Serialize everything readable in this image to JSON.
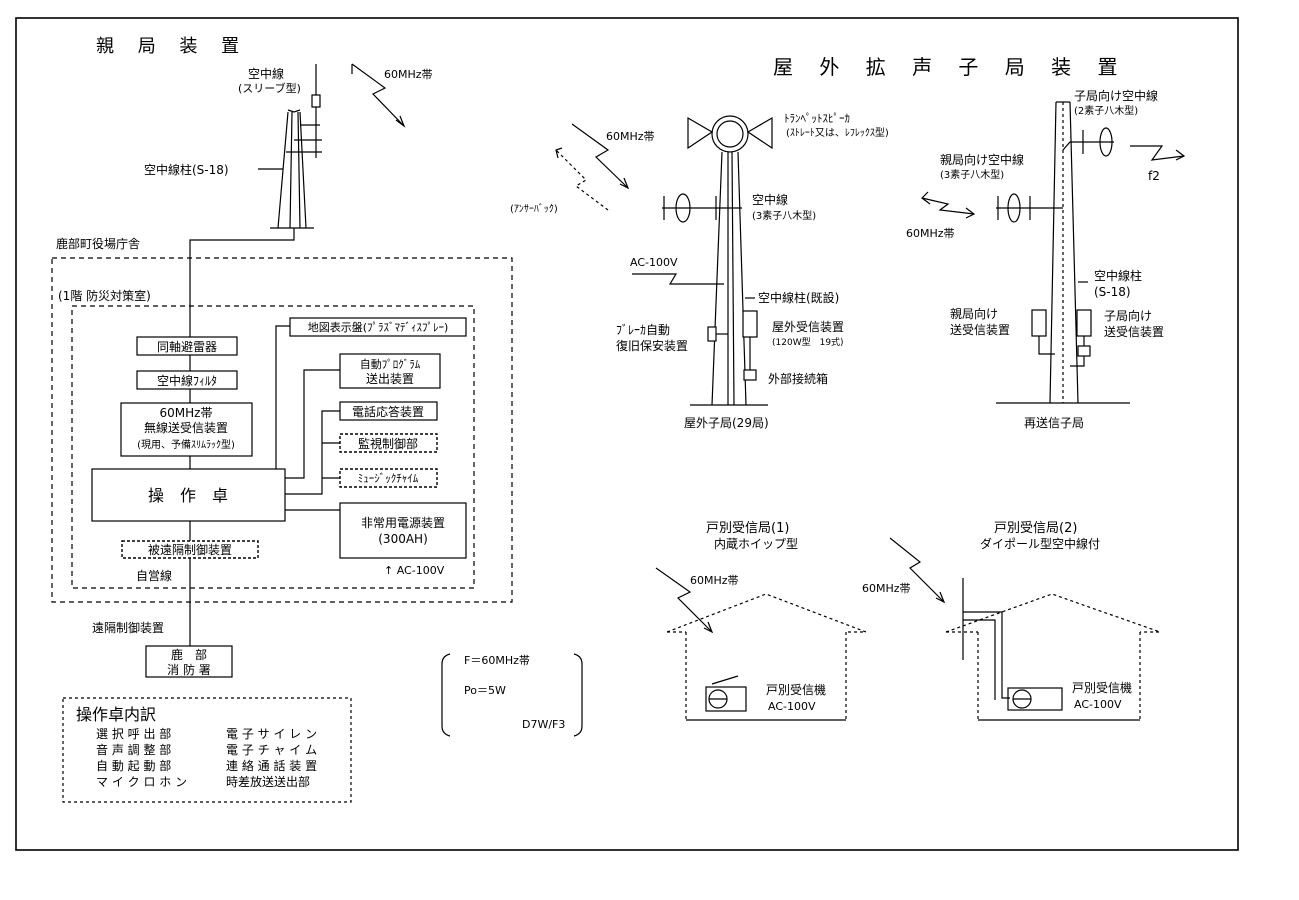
{
  "parent": {
    "title": "親 局 装 置",
    "antenna_label": "空中線",
    "antenna_type": "(スリーブ型)",
    "band": "60MHz帯",
    "mast_label": "空中線柱(S-18)",
    "building": "鹿部町役場庁舎",
    "room": "(1階 防災対策室)",
    "boxes": {
      "arrester": "同軸避雷器",
      "filter": "空中線ﾌｨﾙﾀ",
      "radio_line1": "60MHz帯",
      "radio_line2": "無線送受信装置",
      "radio_line3": "(現用、予備ｽﾘﾑﾗｯｸ型)",
      "console": "操　作　卓",
      "remote_control": "被遠隔制御装置",
      "map_display": "地図表示盤(ﾌﾟﾗｽﾞﾏﾃﾞｨｽﾌﾟﾚｰ)",
      "auto_program_line1": "自動ﾌﾟﾛｸﾞﾗﾑ",
      "auto_program_line2": "送出装置",
      "phone_answer": "電話応答装置",
      "monitor_control": "監視制御部",
      "music_chime": "ﾐｭｰｼﾞｯｸﾁｬｲﾑ",
      "emergency_power_line1": "非常用電源装置",
      "emergency_power_line2": "(300AH)"
    },
    "ac_label": "↑ AC-100V",
    "private_line": "自営線",
    "remote_device": "遠隔制御装置",
    "fire_station_line1": "鹿　部",
    "fire_station_line2": "消 防 署"
  },
  "console_breakdown": {
    "title": "操作卓内訳",
    "rows": [
      [
        "選 択 呼 出 部",
        "電 子 サ イ レ ン"
      ],
      [
        "音 声 調 整 部",
        "電 子 チ ャ イ ム"
      ],
      [
        "自 動 起 動 部",
        "連 絡 通 話 装 置"
      ],
      [
        "マ イ ク ロ ホ ン",
        "時差放送送出部"
      ]
    ]
  },
  "specs": {
    "frequency": "F＝60MHz帯",
    "power": "Po＝5W",
    "emission": "D7W/F3"
  },
  "outdoor": {
    "title": "屋 外 拡 声 子 局 装 置",
    "band": "60MHz帯",
    "answer_back": "(ｱﾝｻｰﾊﾞｯｸ)",
    "speaker_line1": "ﾄﾗﾝﾍﾟｯﾄｽﾋﾟｰｶ",
    "speaker_line2": "(ｽﾄﾚｰﾄ又は、ﾚﾌﾚｯｸｽ型)",
    "antenna_line1": "空中線",
    "antenna_line2": "(3素子八木型)",
    "ac_label": "AC-100V",
    "mast_label": "空中線柱(既設)",
    "breaker_line1": "ﾌﾞﾚｰｶ自動",
    "breaker_line2": "復旧保安装置",
    "receiver_line1": "屋外受信装置",
    "receiver_line2": "(120W型　19式)",
    "ext_box": "外部接続箱",
    "caption": "屋外子局(29局)"
  },
  "relay": {
    "child_antenna_line1": "子局向け空中線",
    "child_antenna_line2": "(2素子八木型)",
    "parent_antenna_line1": "親局向け空中線",
    "parent_antenna_line2": "(3素子八木型)",
    "f2": "f2",
    "band": "60MHz帯",
    "mast_line1": "空中線柱",
    "mast_line2": "(S-18)",
    "parent_tx_line1": "親局向け",
    "parent_tx_line2": "送受信装置",
    "child_tx_line1": "子局向け",
    "child_tx_line2": "送受信装置",
    "caption": "再送信子局"
  },
  "house1": {
    "title": "戸別受信局(1)",
    "subtitle": "内蔵ホイップ型",
    "band": "60MHz帯",
    "receiver": "戸別受信機",
    "ac": "AC-100V"
  },
  "house2": {
    "title": "戸別受信局(2)",
    "subtitle": "ダイポール型空中線付",
    "band": "60MHz帯",
    "receiver": "戸別受信機",
    "ac": "AC-100V"
  }
}
